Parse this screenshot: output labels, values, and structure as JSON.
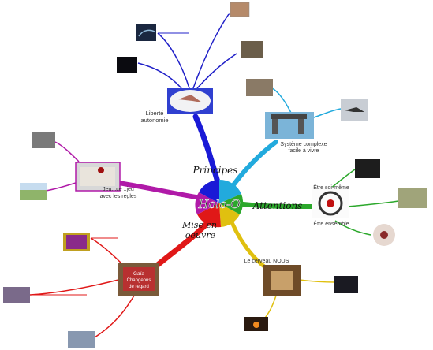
{
  "center": {
    "title": "Holo-O"
  },
  "branches": {
    "principes": {
      "label": "Principes",
      "color": "#1a1ad6"
    },
    "attentions": {
      "label": "Attentions",
      "color": "#2ca82c"
    },
    "mise_en_oeuvre": {
      "label_line1": "Mise en",
      "label_line2": "oeuvre",
      "color": "#e01818"
    },
    "top_left_branch": {
      "color": "#2020c8"
    },
    "cyan_branch": {
      "color": "#22aadd"
    },
    "magenta_branch": {
      "color": "#b01aa8"
    },
    "yellow_branch": {
      "color": "#e0c010"
    }
  },
  "nodes": {
    "liberte": {
      "line1": "Liberté",
      "line2": "autonomie"
    },
    "systeme": {
      "line1": "Système complexe",
      "line2": "facile à vivre"
    },
    "regles": {
      "line1": "Jeu...ce ..jeu",
      "line2": "avec les règles"
    },
    "etre": {
      "line1": "Être soi-même",
      "line2": "Être ensemble"
    },
    "gaia": {
      "line1": "Gaïa",
      "line2": "Changeons",
      "line3": "de regard"
    },
    "yellow_node": {
      "label": "Le cerveau NOUS"
    }
  },
  "palette": {
    "blue": "#1a1ad6",
    "cyan": "#22aadd",
    "green": "#2ca82c",
    "yellow": "#e0c010",
    "red": "#e01818",
    "magenta": "#b01aa8"
  }
}
